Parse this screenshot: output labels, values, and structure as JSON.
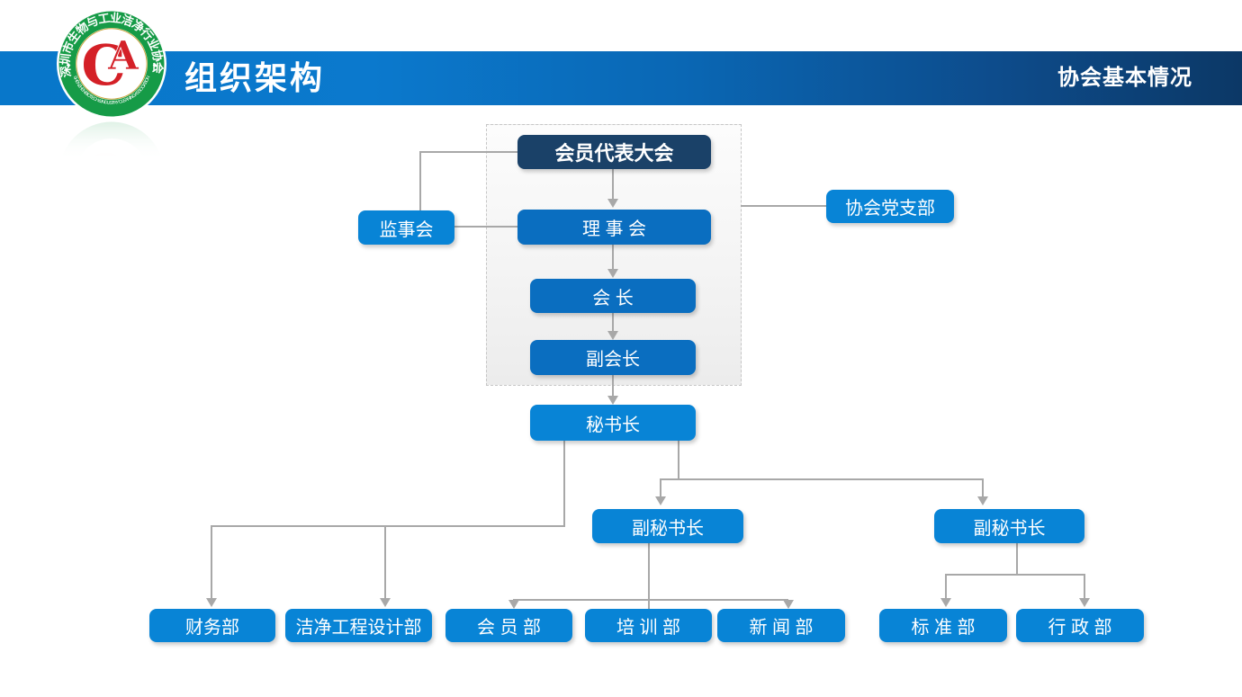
{
  "slide": {
    "title": "组织架构",
    "section_label": "协会基本情况"
  },
  "logo": {
    "org_name_zh": "深圳市生物与工业洁净行业协会",
    "org_name_en": "SHENZHEN BIOTECH & INDUSTRY CLEANING ASSOCIATION",
    "monogram_c": "C",
    "monogram_a": "A",
    "separator": "◆",
    "ring_color": "#169b47",
    "monogram_color": "#d42027"
  },
  "org_chart": {
    "nodes": {
      "members_assembly": "会员代表大会",
      "supervisory_board": "监事会",
      "council": "理 事 会",
      "party_branch": "协会党支部",
      "president": "会 长",
      "vice_president": "副会长",
      "secretary_general": "秘书长",
      "deputy_secretary_1": "副秘书长",
      "deputy_secretary_2": "副秘书长",
      "finance": "财务部",
      "clean_engineering": "洁净工程设计部",
      "membership": "会 员 部",
      "training": "培 训 部",
      "news": "新 闻 部",
      "standards": "标 准 部",
      "administration": "行 政 部"
    },
    "edges": [
      {
        "from": "members_assembly",
        "to": "council"
      },
      {
        "from": "members_assembly",
        "to": "supervisory_board"
      },
      {
        "from": "supervisory_board",
        "to": "council"
      },
      {
        "from": "council",
        "to": "party_branch"
      },
      {
        "from": "council",
        "to": "president"
      },
      {
        "from": "president",
        "to": "vice_president"
      },
      {
        "from": "vice_president",
        "to": "secretary_general"
      },
      {
        "from": "secretary_general",
        "to": "finance"
      },
      {
        "from": "secretary_general",
        "to": "clean_engineering"
      },
      {
        "from": "secretary_general",
        "to": "deputy_secretary_1"
      },
      {
        "from": "secretary_general",
        "to": "deputy_secretary_2"
      },
      {
        "from": "deputy_secretary_1",
        "to": "membership"
      },
      {
        "from": "deputy_secretary_1",
        "to": "training"
      },
      {
        "from": "deputy_secretary_1",
        "to": "news"
      },
      {
        "from": "deputy_secretary_2",
        "to": "standards"
      },
      {
        "from": "deputy_secretary_2",
        "to": "administration"
      }
    ],
    "colors": {
      "top_node": "#1a4168",
      "inner_nodes": "#0a6ec0",
      "outer_nodes": "#0884d6",
      "connector": "#a8a8a8"
    }
  }
}
